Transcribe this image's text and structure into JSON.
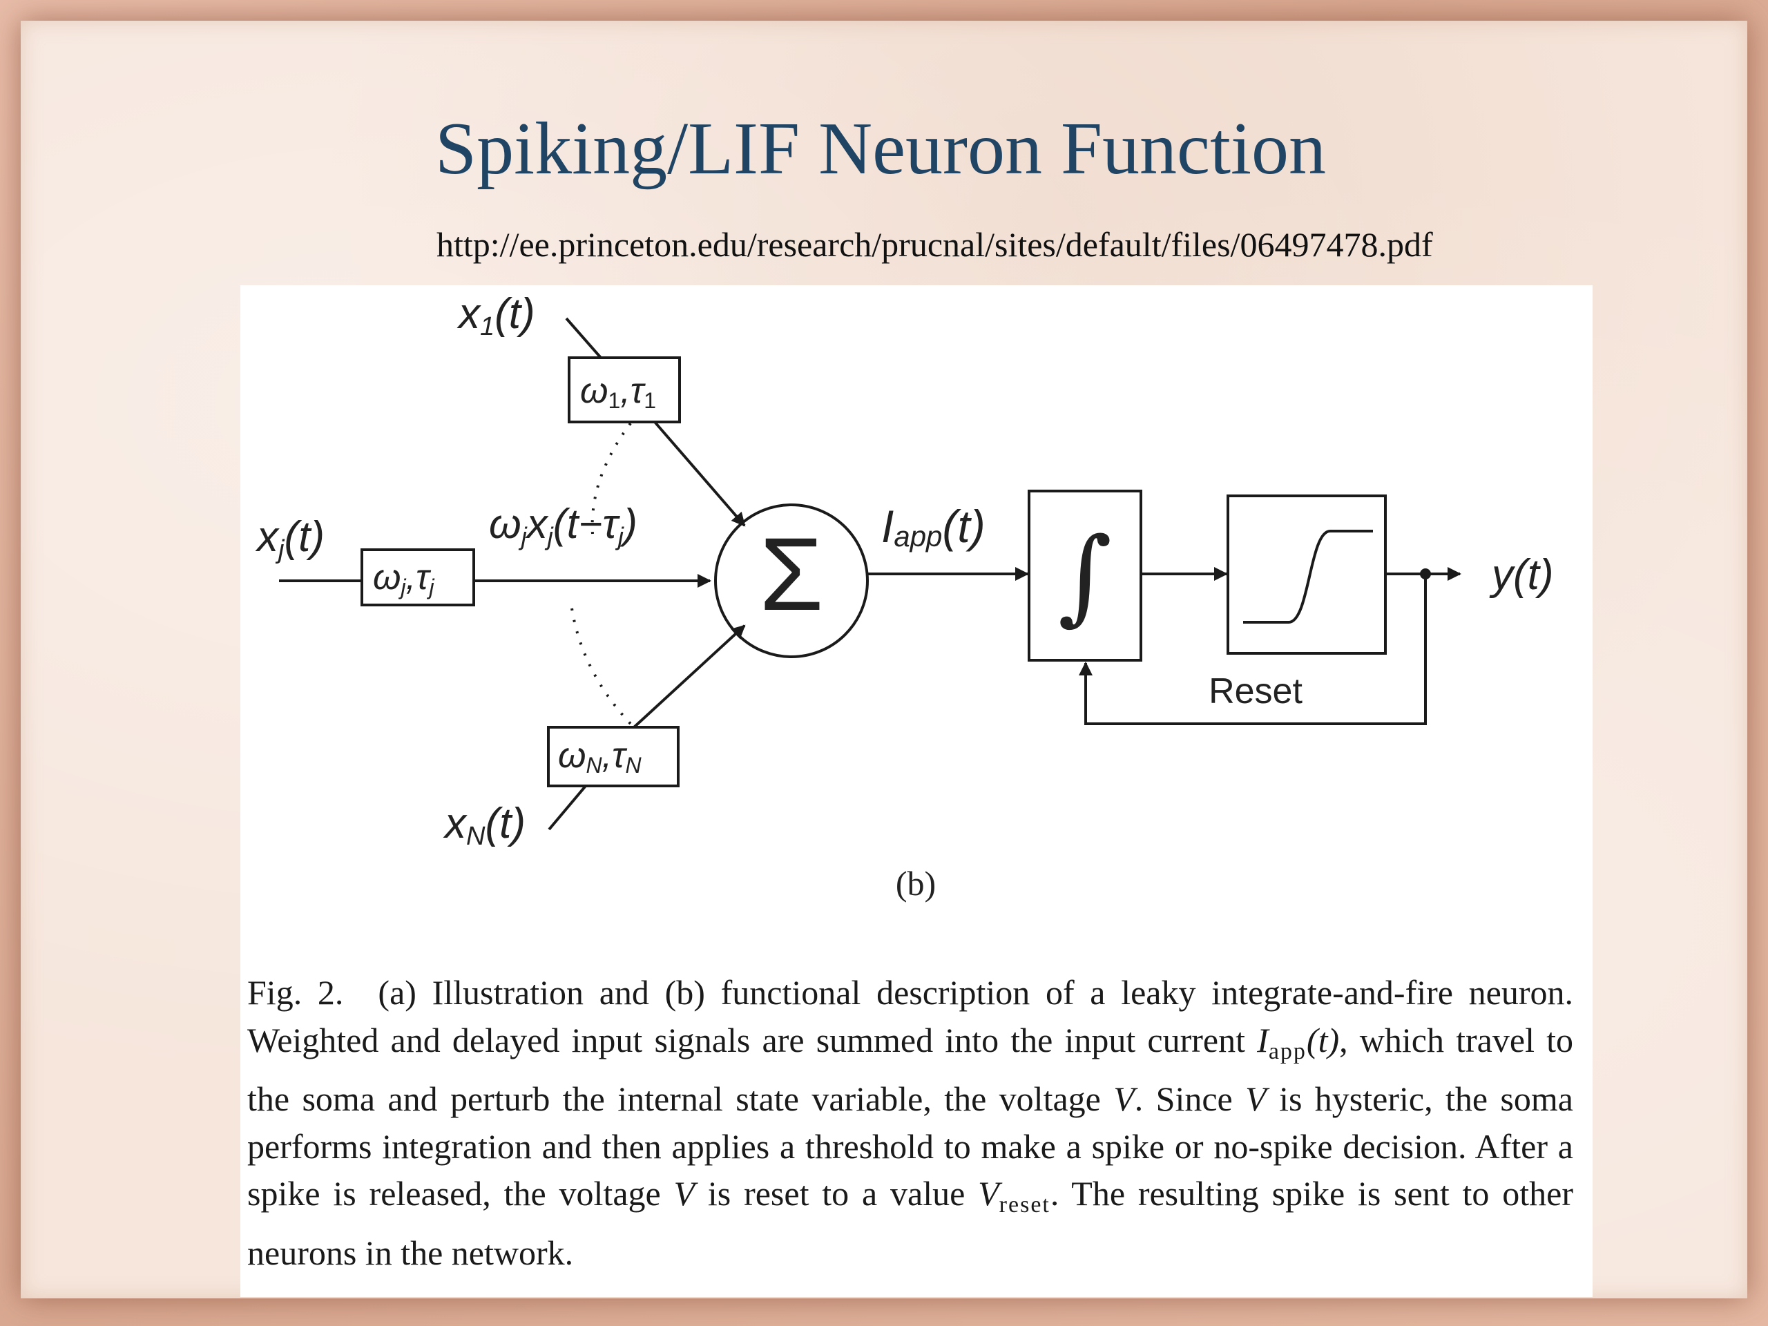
{
  "slide": {
    "title": "Spiking/LIF Neuron Function",
    "source_url": "http://ee.princeton.edu/research/prucnal/sites/default/files/06497478.pdf"
  },
  "diagram": {
    "inputs": {
      "x1": {
        "base": "x",
        "sub": "1",
        "arg": "(t)"
      },
      "xj": {
        "base": "x",
        "sub": "j",
        "arg": "(t)"
      },
      "xN": {
        "base": "x",
        "sub": "N",
        "arg": "(t)"
      }
    },
    "weights": {
      "w1": {
        "omega": "ω",
        "omega_sub": "1",
        "tau": "τ",
        "tau_sub": "1"
      },
      "wj": {
        "omega": "ω",
        "omega_sub": "j",
        "tau": "τ",
        "tau_sub": "j"
      },
      "wN": {
        "omega": "ω",
        "omega_sub": "N",
        "tau": "τ",
        "tau_sub": "N"
      }
    },
    "weighted_signal": {
      "omega": "ω",
      "omega_sub": "j",
      "x": "x",
      "x_sub": "j",
      "arg_open": "(t−τ",
      "arg_sub": "j",
      "arg_close": ")"
    },
    "sum_symbol": "Σ",
    "current": {
      "base": "I",
      "sub": "app",
      "arg": "(t)"
    },
    "integrator_symbol": "∫",
    "output": {
      "base": "y",
      "arg": "(t)"
    },
    "reset_label": "Reset",
    "panel_label": "(b)"
  },
  "caption": {
    "fig_no": "Fig. 2.",
    "part1": "(a) Illustration and (b) functional description of a leaky integrate-and-fire neuron. Weighted and delayed input signals are summed into the input current ",
    "I": "I",
    "I_sub": "app",
    "t_arg": "(t)",
    "part2": ", which travel to the soma and perturb the internal state variable, the voltage ",
    "V1": "V",
    "part3": ". Since ",
    "V2": "V",
    "part4": " is hysteric, the soma performs integration and then applies a threshold to make a spike or no-spike decision. After a spike is released, the voltage ",
    "V3": "V",
    "part5": " is reset to a value ",
    "V4": "V",
    "V4_sub": "reset",
    "part6": ". The resulting spike is sent to other neurons in the network."
  }
}
